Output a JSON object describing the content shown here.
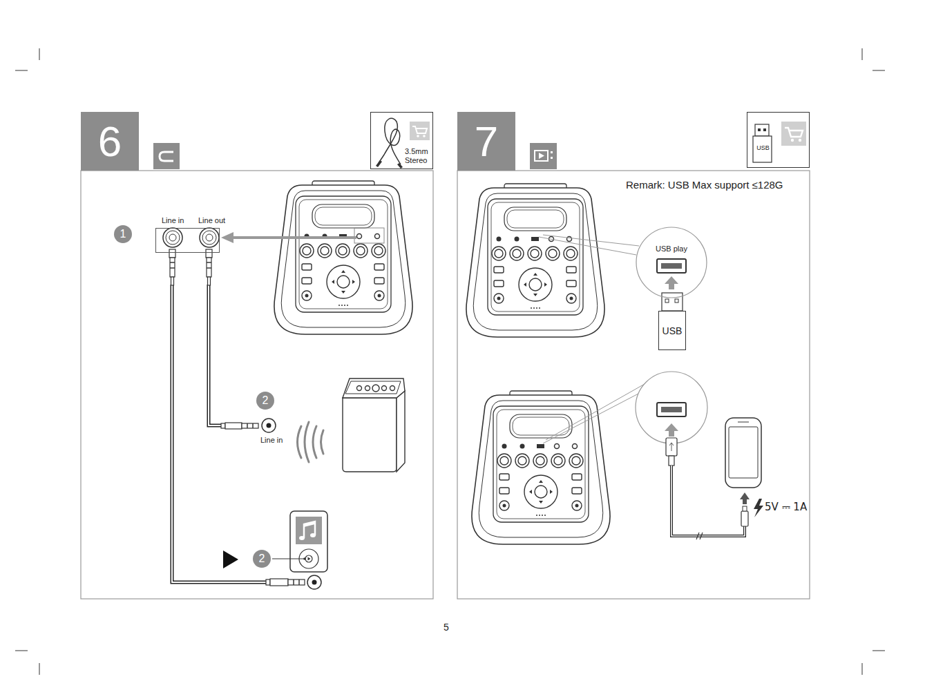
{
  "diagram": {
    "nodes": [
      {
        "text": [
          "6"
        ]
      },
      {
        "text": [
          "3.5mm Stereo"
        ]
      },
      {
        "text": [
          "Line in",
          "Line out"
        ]
      },
      {
        "text": [
          "1"
        ]
      },
      {
        "text": [
          "2"
        ]
      },
      {
        "text": [
          "2"
        ]
      },
      {
        "text": [
          "7"
        ]
      },
      {
        "text": [
          "USB"
        ]
      },
      {
        "text": [
          "USB play"
        ]
      },
      {
        "text": [
          "USB"
        ]
      }
    ],
    "labels": [
      "Line in",
      "Remark: USB Max support ≤128G",
      "5V ⎓ 1A",
      "5"
    ]
  }
}
